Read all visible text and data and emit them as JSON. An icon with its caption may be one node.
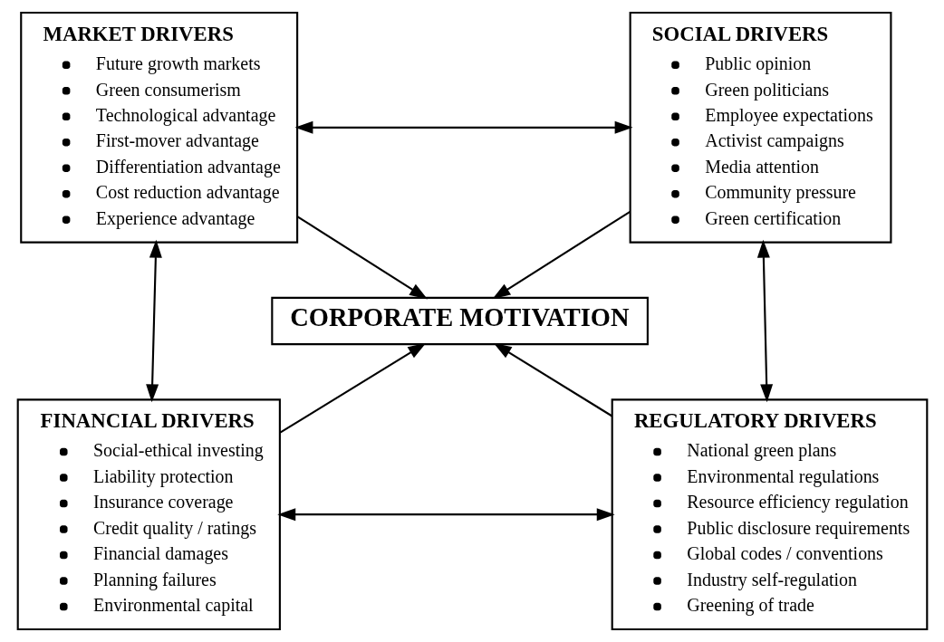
{
  "diagram": {
    "nodes": [
      {
        "text": [
          "MARKET DRIVERS",
          "Future growth markets",
          "Green consumerism",
          "Technological advantage",
          "First-mover advantage",
          "Differentiation advantage",
          "Cost reduction advantage",
          "Experience advantage"
        ]
      },
      {
        "text": [
          "SOCIAL DRIVERS",
          "Public opinion",
          "Green politicians",
          "Employee expectations",
          "Activist campaigns",
          "Media attention",
          "Community pressure",
          "Green certification"
        ]
      },
      {
        "text": [
          "CORPORATE MOTIVATION"
        ]
      },
      {
        "text": [
          "FINANCIAL DRIVERS",
          "Social-ethical investing",
          "Liability protection",
          "Insurance coverage",
          "Credit quality / ratings",
          "Financial damages",
          "Planning failures",
          "Environmental capital"
        ]
      },
      {
        "text": [
          "REGULATORY DRIVERS",
          "National green plans",
          "Environmental regulations",
          "Resource efficiency regulation",
          "Public disclosure requirements",
          "Global codes / conventions",
          "Industry self-regulation",
          "Greening of trade"
        ]
      }
    ],
    "edges": [
      {
        "from": 0,
        "to": 1,
        "arrow": "both"
      },
      {
        "from": 0,
        "to": 2,
        "arrow": "to"
      },
      {
        "from": 1,
        "to": 2,
        "arrow": "to"
      },
      {
        "from": 0,
        "to": 3,
        "arrow": "both"
      },
      {
        "from": 1,
        "to": 4,
        "arrow": "both"
      },
      {
        "from": 3,
        "to": 2,
        "arrow": "to"
      },
      {
        "from": 4,
        "to": 2,
        "arrow": "to"
      },
      {
        "from": 3,
        "to": 4,
        "arrow": "both"
      }
    ]
  }
}
